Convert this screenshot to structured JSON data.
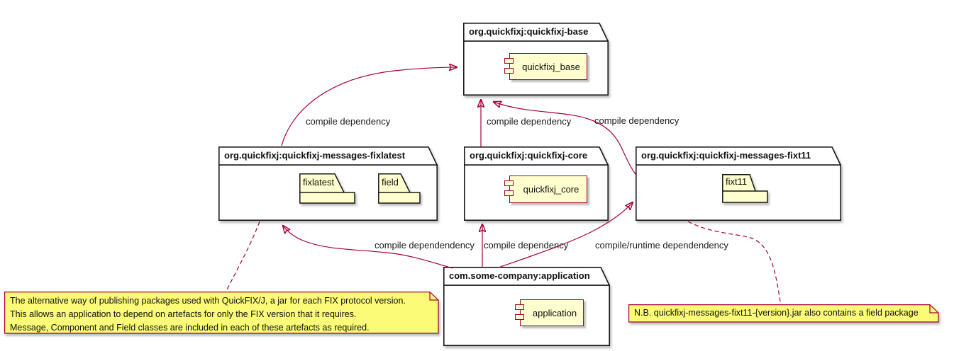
{
  "diagram": {
    "type": "uml-component-dependency-diagram",
    "packages": [
      {
        "id": "quickfixj-base",
        "title": "org.quickfixj:quickfixj-base",
        "components": [
          {
            "label": "quickfixj_base"
          }
        ],
        "folders": []
      },
      {
        "id": "quickfixj-messages-fixlatest",
        "title": "org.quickfixj:quickfixj-messages-fixlatest",
        "components": [],
        "folders": [
          {
            "label": "fixlatest"
          },
          {
            "label": "field"
          }
        ]
      },
      {
        "id": "quickfixj-core",
        "title": "org.quickfixj:quickfixj-core",
        "components": [
          {
            "label": "quickfixj_core"
          }
        ],
        "folders": []
      },
      {
        "id": "quickfixj-messages-fixt11",
        "title": "org.quickfixj:quickfixj-messages-fixt11",
        "components": [],
        "folders": [
          {
            "label": "fixt11"
          }
        ]
      },
      {
        "id": "application",
        "title": "com.some-company:application",
        "components": [
          {
            "label": "application"
          }
        ],
        "folders": []
      }
    ],
    "edges": [
      {
        "from": "quickfixj-messages-fixlatest",
        "to": "quickfixj-base",
        "label": "compile dependency",
        "style": "solid-arrow"
      },
      {
        "from": "quickfixj-core",
        "to": "quickfixj-base",
        "label": "compile dependency",
        "style": "solid-arrow"
      },
      {
        "from": "quickfixj-messages-fixt11",
        "to": "quickfixj-base",
        "label": "compile dependency",
        "style": "solid-arrow"
      },
      {
        "from": "application",
        "to": "quickfixj-messages-fixlatest",
        "label": "compile dependendency",
        "style": "solid-arrow"
      },
      {
        "from": "application",
        "to": "quickfixj-core",
        "label": "compile dependency",
        "style": "solid-arrow"
      },
      {
        "from": "application",
        "to": "quickfixj-messages-fixt11",
        "label": "compile/runtime dependendency",
        "style": "solid-arrow"
      },
      {
        "from": "note-left",
        "to": "quickfixj-messages-fixlatest",
        "label": "",
        "style": "dashed"
      },
      {
        "from": "note-right",
        "to": "quickfixj-messages-fixt11",
        "label": "",
        "style": "dashed"
      }
    ],
    "notes": [
      {
        "id": "note-left",
        "lines": [
          "The alternative way of publishing packages used with QuickFIX/J, a jar for each FIX protocol version.",
          "This allows an application to depend on artefacts for only the FIX version that it requires.",
          "Message, Component and Field classes are included in each of these artefacts as required."
        ]
      },
      {
        "id": "note-right",
        "lines": [
          "N.B. quickfixj-messages-fixt11-{version}.jar also contains a field package"
        ]
      }
    ],
    "colors": {
      "edge_line": "#A80036",
      "component_fill": "#FEFECE",
      "component_border": "#A80036",
      "folder_fill": "#FEFECE",
      "note_fill": "#FBFB77",
      "note_border": "#A80036",
      "package_border": "#181818",
      "background": "#FFFFFF"
    }
  }
}
